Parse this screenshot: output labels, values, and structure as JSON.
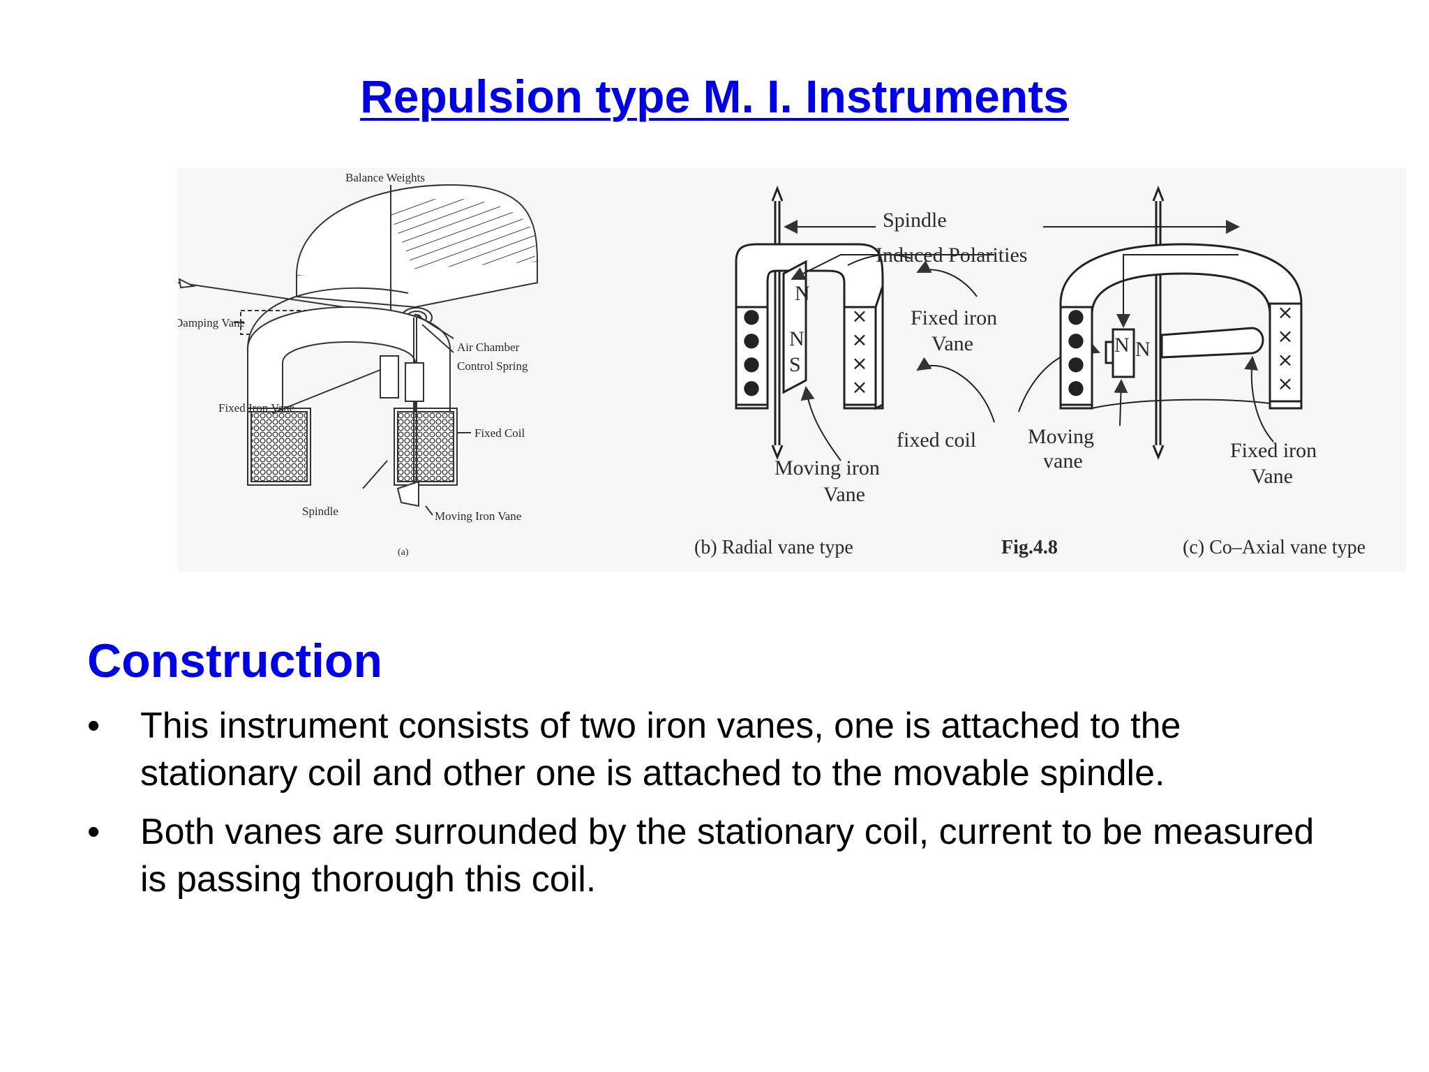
{
  "title": "Repulsion type M. I. Instruments",
  "figure": {
    "panel_a": {
      "labels": {
        "balance_weights": "Balance Weights",
        "damping_vane": "Damping Vane",
        "air_chamber": "Air Chamber",
        "control_spring": "Control Spring",
        "fixed_iron_vane": "Fixed Iron Vane",
        "fixed_coil": "Fixed Coil",
        "spindle": "Spindle",
        "moving_iron_vane": "Moving Iron Vane",
        "caption": "(a)"
      }
    },
    "panel_b": {
      "labels": {
        "spindle": "Spindle",
        "induced_polarities": "Induced Polarities",
        "pole_n1": "N",
        "pole_n2": "N",
        "pole_s": "S",
        "fixed_iron": "Fixed iron",
        "vane": "Vane",
        "fixed_coil": "fixed coil",
        "moving_iron": "Moving iron",
        "moving_iron_vane": "Vane",
        "caption": "(b) Radial vane type"
      }
    },
    "fig_label": "Fig.4.8",
    "panel_c": {
      "labels": {
        "pole_n1": "N",
        "pole_n2": "N",
        "moving": "Moving",
        "vane": "vane",
        "fixed_iron": "Fixed iron",
        "fixed_iron_vane": "Vane",
        "caption": "(c) Co–Axial vane type"
      }
    },
    "coil_dot": "●",
    "coil_cross": "×"
  },
  "section": {
    "heading": "Construction",
    "bullet_symbol": "•",
    "bullets": [
      "This instrument consists of two iron vanes, one is attached to the stationary coil and other one is attached to the movable spindle.",
      "Both vanes are surrounded by the stationary coil, current to be measured is passing thorough this coil."
    ]
  },
  "colors": {
    "title": "#0000e6",
    "heading": "#0000e6",
    "body_text": "#000000",
    "line_art": "#333333"
  }
}
